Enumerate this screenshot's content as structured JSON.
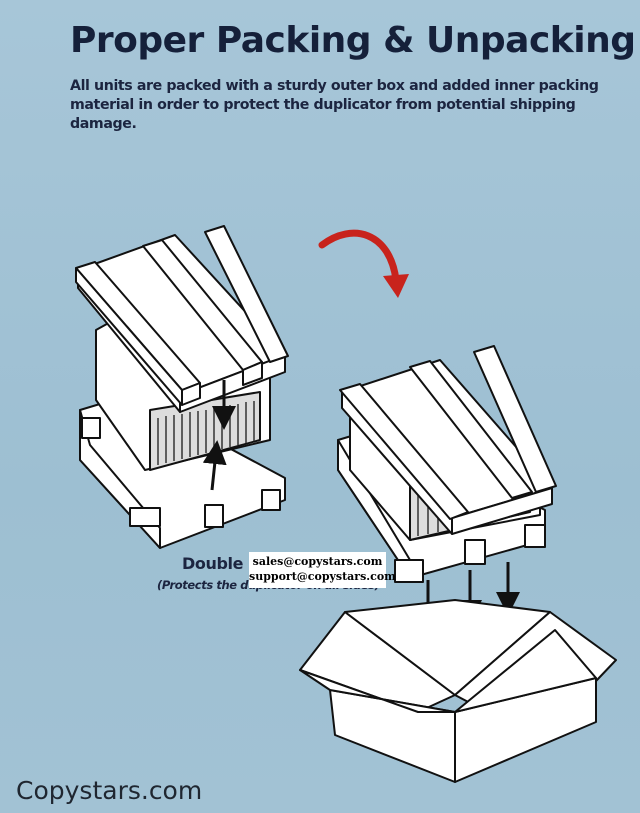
{
  "title": "Proper Packing & Unpacking",
  "intro": "All units are packed with a sturdy outer box and added inner packing material in order to protect the duplicator from potential shipping damage.",
  "caption": {
    "main": "Double S",
    "sub": "(Protects the duplicator on all sides)"
  },
  "contact": {
    "sales": "sales@copystars.com",
    "support": "support@copystars.com"
  },
  "footer": "Copystars.com",
  "colors": {
    "background": "#9fc0d3",
    "title": "#15203a",
    "red_arrow": "#c8231c",
    "outline": "#111111"
  },
  "icons": [
    "curved-red-arrow-icon",
    "down-arrow-icon",
    "up-arrow-icon"
  ]
}
